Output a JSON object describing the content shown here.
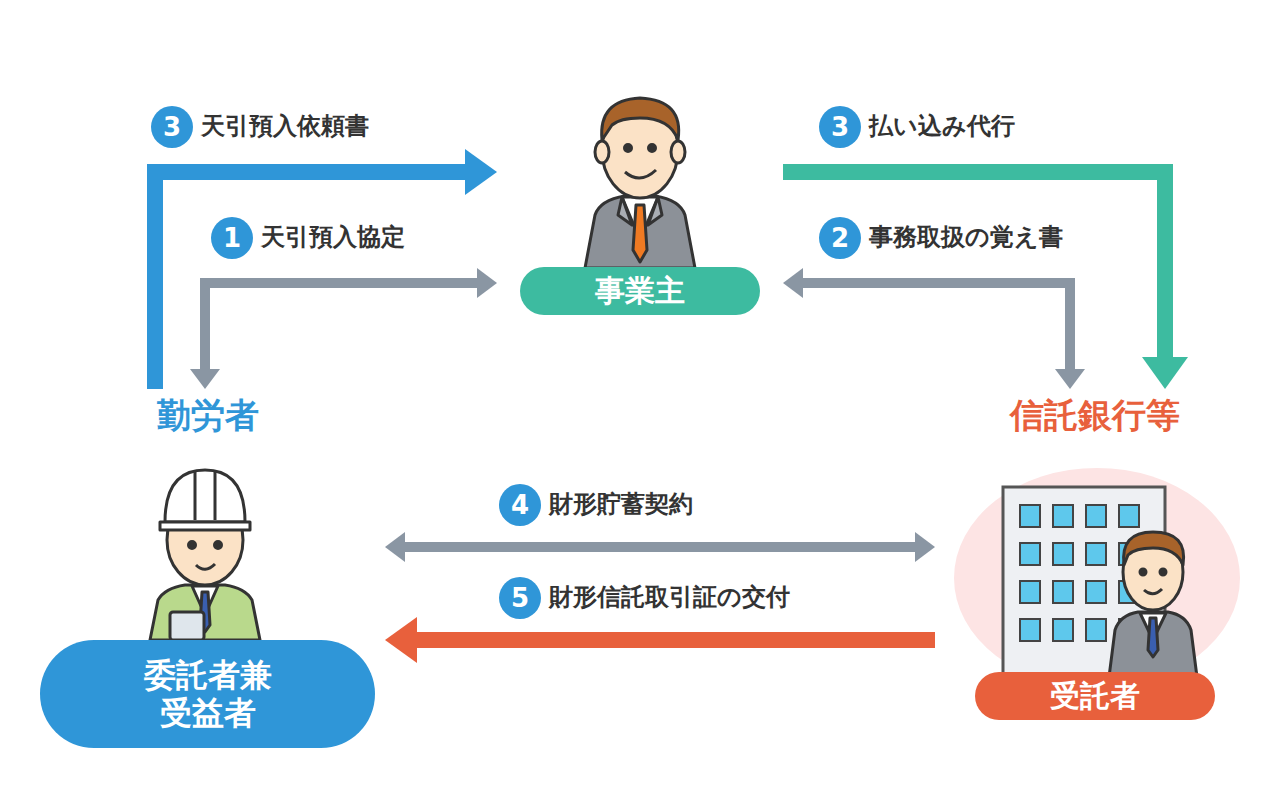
{
  "diagram": {
    "nodes": [
      {
        "text": [
          "事業主"
        ]
      },
      {
        "text": [
          "勤労者",
          "委託者兼 受益者"
        ]
      },
      {
        "text": [
          "信託銀行等",
          "受託者"
        ]
      }
    ],
    "edges": [
      {
        "from": 1,
        "to": 0,
        "label": "天引預入協定",
        "arrow": "both"
      },
      {
        "from": 0,
        "to": 2,
        "label": "事務取扱の覚え書",
        "arrow": "both"
      },
      {
        "from": 1,
        "to": 0,
        "label": "天引預入依頼書",
        "arrow": "to"
      },
      {
        "from": 0,
        "to": 2,
        "label": "払い込み代行",
        "arrow": "to"
      },
      {
        "from": 1,
        "to": 2,
        "label": "財形貯蓄契約",
        "arrow": "both"
      },
      {
        "from": 2,
        "to": 1,
        "label": "財形信託取引証の交付",
        "arrow": "to"
      }
    ],
    "labels": [
      "1",
      "2",
      "3",
      "3",
      "4",
      "5"
    ]
  }
}
